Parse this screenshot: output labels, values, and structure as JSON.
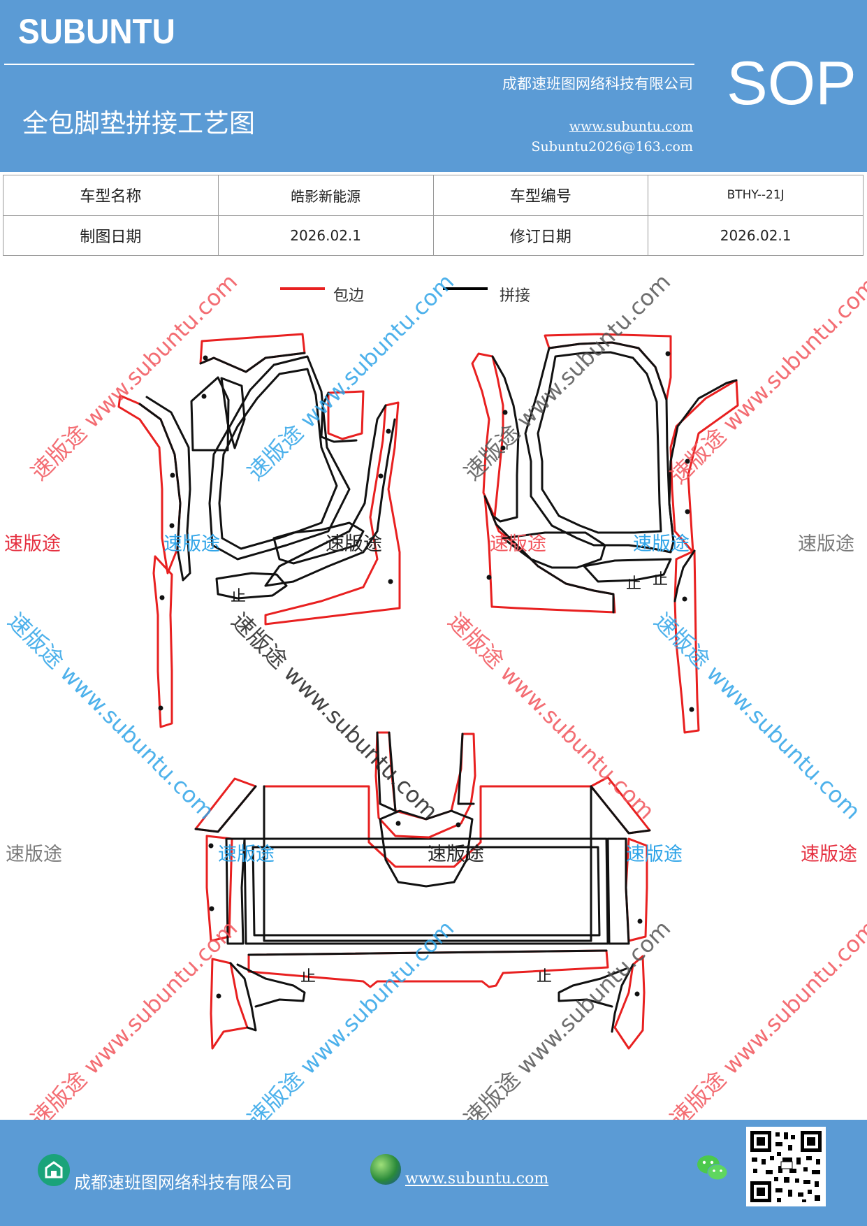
{
  "header": {
    "logo": "SUBUNTU",
    "company": "成都速班图网络科技有限公司",
    "title": "全包脚垫拼接工艺图",
    "website": "www.subuntu.com",
    "email": "Subuntu2026@163.com",
    "badge": "SOP"
  },
  "info_table": {
    "row1": [
      "车型名称",
      "皓影新能源",
      "车型编号",
      "BTHY--21J"
    ],
    "row2": [
      "制图日期",
      "2026.02.1",
      "修订日期",
      "2026.02.1"
    ]
  },
  "legend": {
    "items": [
      {
        "label": "包边",
        "color": "#e82020"
      },
      {
        "label": "拼接",
        "color": "#000000"
      }
    ]
  },
  "diagram_labels": {
    "stop_mark": "止"
  },
  "watermarks": {
    "brand": "速版途",
    "url_brand": "速版途 www.subuntu.com"
  },
  "footer": {
    "company": "成都速班图网络科技有限公司",
    "website": "www.subuntu.com"
  },
  "colors": {
    "header_blue": "#5b9bd5",
    "edge_red": "#e82020",
    "seam_black": "#111111",
    "wm_red": "#f2545b",
    "wm_blue": "#2fa4e8",
    "wm_gray": "#7a7a7a"
  }
}
